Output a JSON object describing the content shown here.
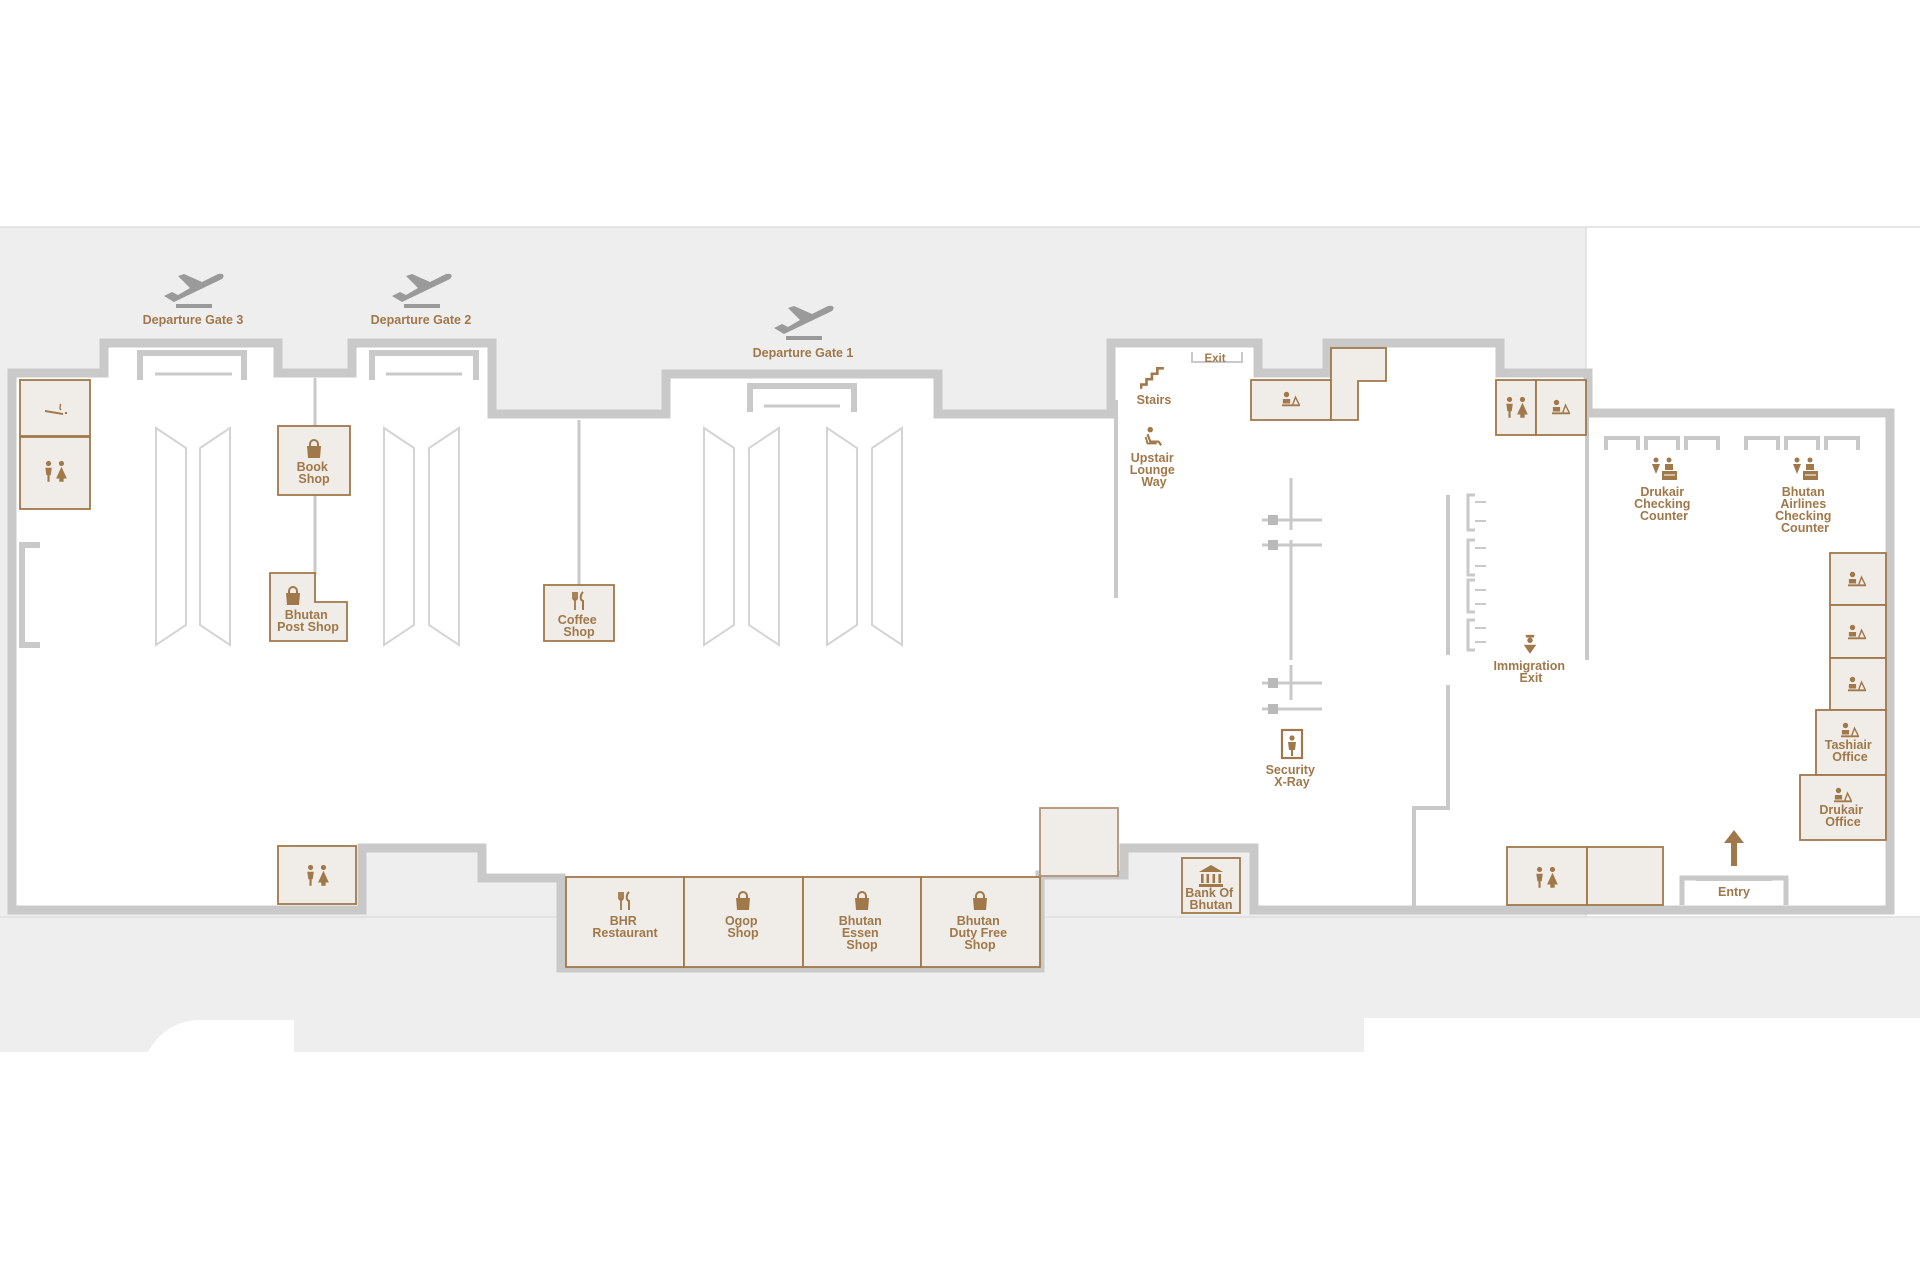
{
  "colors": {
    "ground": "#eeeeee",
    "wall": "#c9c9c9",
    "floor": "#ffffff",
    "room_fill": "#f0ece7",
    "room_border": "#a0784a",
    "label": "#a0784a",
    "plane_icon": "#9a9a9a"
  },
  "gates": {
    "gate3": "Departure Gate 3",
    "gate2": "Departure Gate 2",
    "gate1": "Departure Gate 1"
  },
  "rooms": {
    "book_shop": [
      "Book",
      "Shop"
    ],
    "post_shop": [
      "Bhutan",
      "Post Shop"
    ],
    "coffee_shop": [
      "Coffee",
      "Shop"
    ],
    "bhr_restaurant": [
      "BHR",
      "Restaurant"
    ],
    "ogop_shop": [
      "Ogop",
      "Shop"
    ],
    "essen_shop": [
      "Bhutan",
      "Essen",
      "Shop"
    ],
    "duty_free": [
      "Bhutan",
      "Duty Free",
      "Shop"
    ],
    "bank": [
      "Bank Of",
      "Bhutan"
    ],
    "tashiair": [
      "Tashiair",
      "Office"
    ],
    "drukair_office": [
      "Drukair",
      "Office"
    ]
  },
  "areas": {
    "stairs": [
      "Stairs"
    ],
    "exit": "Exit",
    "lounge": [
      "Upstair",
      "Lounge",
      "Way"
    ],
    "security": [
      "Security",
      "X-Ray"
    ],
    "immigration": [
      "Immigration",
      "Exit"
    ],
    "drukair_counter": [
      "Drukair",
      "Checking",
      "Counter"
    ],
    "bhutan_airlines_counter": [
      "Bhutan",
      "Airlines",
      "Checking",
      "Counter"
    ],
    "entry": "Entry"
  },
  "icons": {
    "plane": "plane-departure-icon",
    "shop": "shopping-bag-icon",
    "food": "fork-knife-icon",
    "restroom": "restroom-icon",
    "office": "office-desk-icon",
    "stairs": "stairs-icon",
    "lounge": "lounge-chair-icon",
    "security": "security-scanner-icon",
    "immigration": "immigration-officer-icon",
    "counter": "check-in-counter-icon",
    "bank": "bank-icon",
    "entry": "arrow-up-icon",
    "smoking": "smoking-area-icon"
  }
}
